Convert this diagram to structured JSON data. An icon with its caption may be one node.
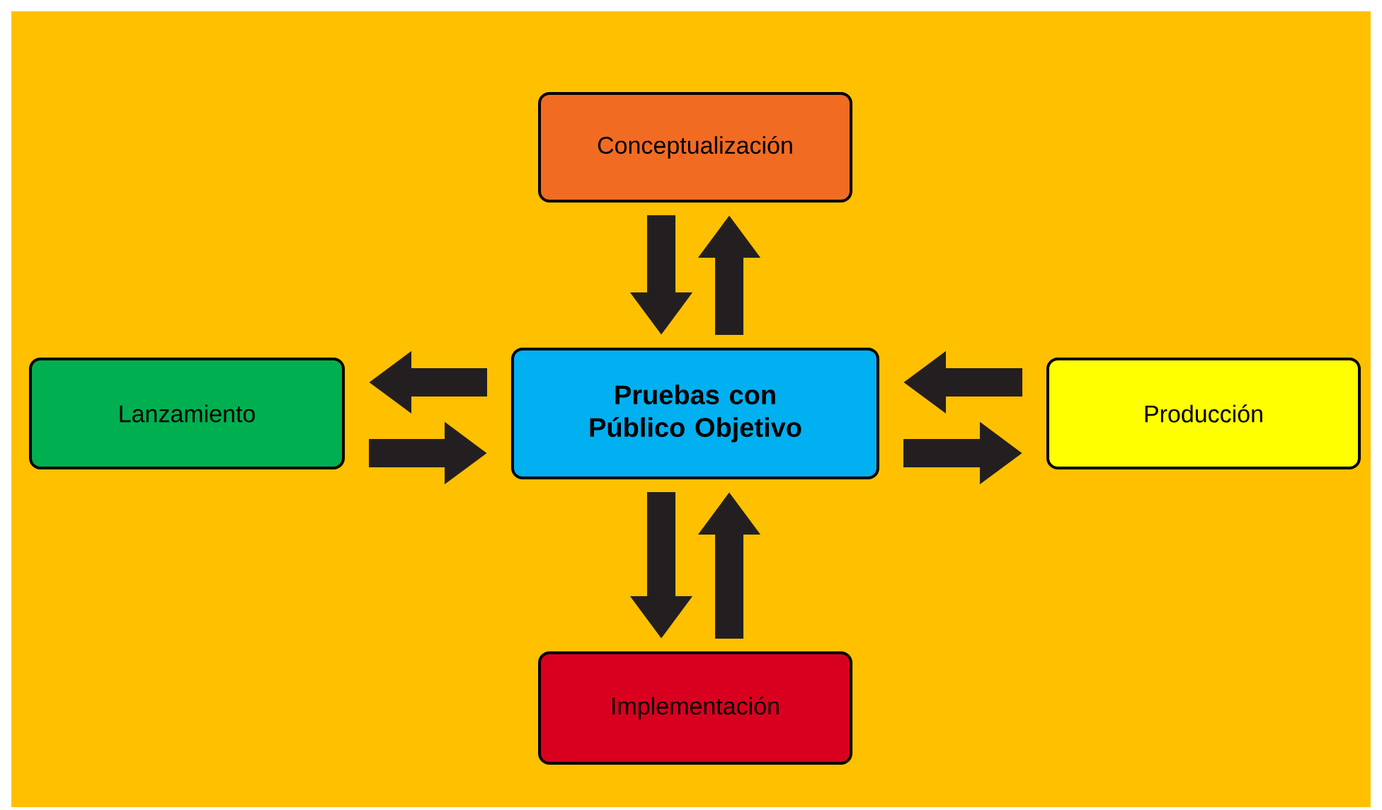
{
  "diagram": {
    "nodes": [
      {
        "text": [
          "Conceptualización"
        ]
      },
      {
        "text": [
          "Lanzamiento"
        ]
      },
      {
        "text": [
          "Pruebas con Público Objetivo"
        ]
      },
      {
        "text": [
          "Producción"
        ]
      },
      {
        "text": [
          "Implementación"
        ]
      }
    ],
    "edges": [
      {
        "from": 0,
        "to": 2,
        "arrow": "to"
      },
      {
        "from": 2,
        "to": 0,
        "arrow": "to"
      },
      {
        "from": 2,
        "to": 1,
        "arrow": "to"
      },
      {
        "from": 1,
        "to": 2,
        "arrow": "to"
      },
      {
        "from": 3,
        "to": 2,
        "arrow": "to"
      },
      {
        "from": 2,
        "to": 3,
        "arrow": "to"
      },
      {
        "from": 2,
        "to": 4,
        "arrow": "to"
      },
      {
        "from": 4,
        "to": 2,
        "arrow": "to"
      }
    ]
  }
}
